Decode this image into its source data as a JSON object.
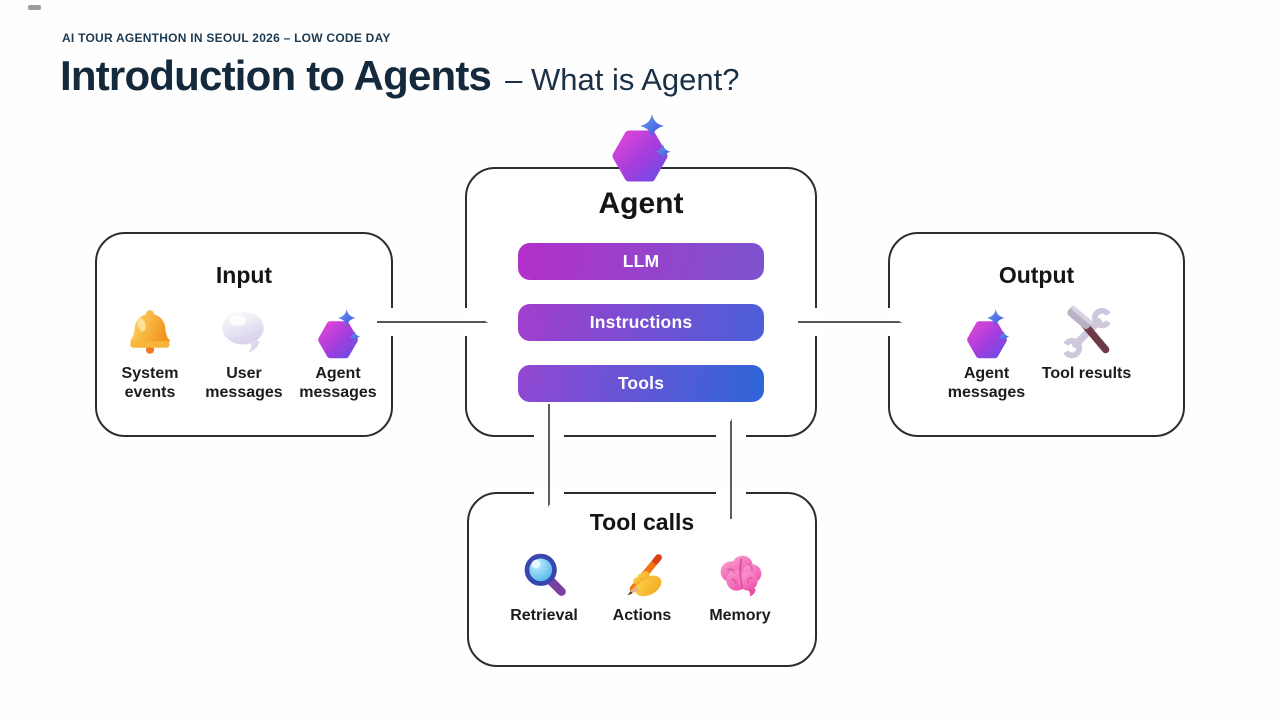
{
  "header": {
    "eyebrow": "AI TOUR AGENTHON IN SEOUL 2026 – LOW CODE DAY",
    "title": "Introduction to Agents",
    "subtitle": "– What is Agent?"
  },
  "colors": {
    "heading_text": "#14293c",
    "box_border": "#2d2d2d",
    "pill_text": "#ffffff",
    "pill_llm_gradient": [
      "#b32fc9",
      "#7b54cf"
    ],
    "pill_instructions_gradient": [
      "#a23ecd",
      "#4a5fd8"
    ],
    "pill_tools_gradient": [
      "#9347d2",
      "#2e66d9"
    ],
    "agent_icon_gradient": [
      "#d841d3",
      "#6d4ce4"
    ],
    "sparkle_gradient": [
      "#6a9bf5",
      "#3c50d8"
    ],
    "arrow": "#3f3f3f"
  },
  "diagram": {
    "input": {
      "title": "Input",
      "items": [
        {
          "label": "System events",
          "icon": "bell-icon"
        },
        {
          "label": "User messages",
          "icon": "speech-bubble-icon"
        },
        {
          "label": "Agent messages",
          "icon": "agent-hexagon-icon"
        }
      ]
    },
    "agent": {
      "title": "Agent",
      "icon": "agent-hexagon-icon",
      "pills": [
        {
          "label": "LLM"
        },
        {
          "label": "Instructions"
        },
        {
          "label": "Tools"
        }
      ]
    },
    "output": {
      "title": "Output",
      "items": [
        {
          "label": "Agent messages",
          "icon": "agent-hexagon-icon"
        },
        {
          "label": "Tool results",
          "icon": "hammer-wrench-icon"
        }
      ]
    },
    "tool_calls": {
      "title": "Tool calls",
      "items": [
        {
          "label": "Retrieval",
          "icon": "magnifier-icon"
        },
        {
          "label": "Actions",
          "icon": "writing-hand-icon"
        },
        {
          "label": "Memory",
          "icon": "brain-icon"
        }
      ]
    }
  }
}
